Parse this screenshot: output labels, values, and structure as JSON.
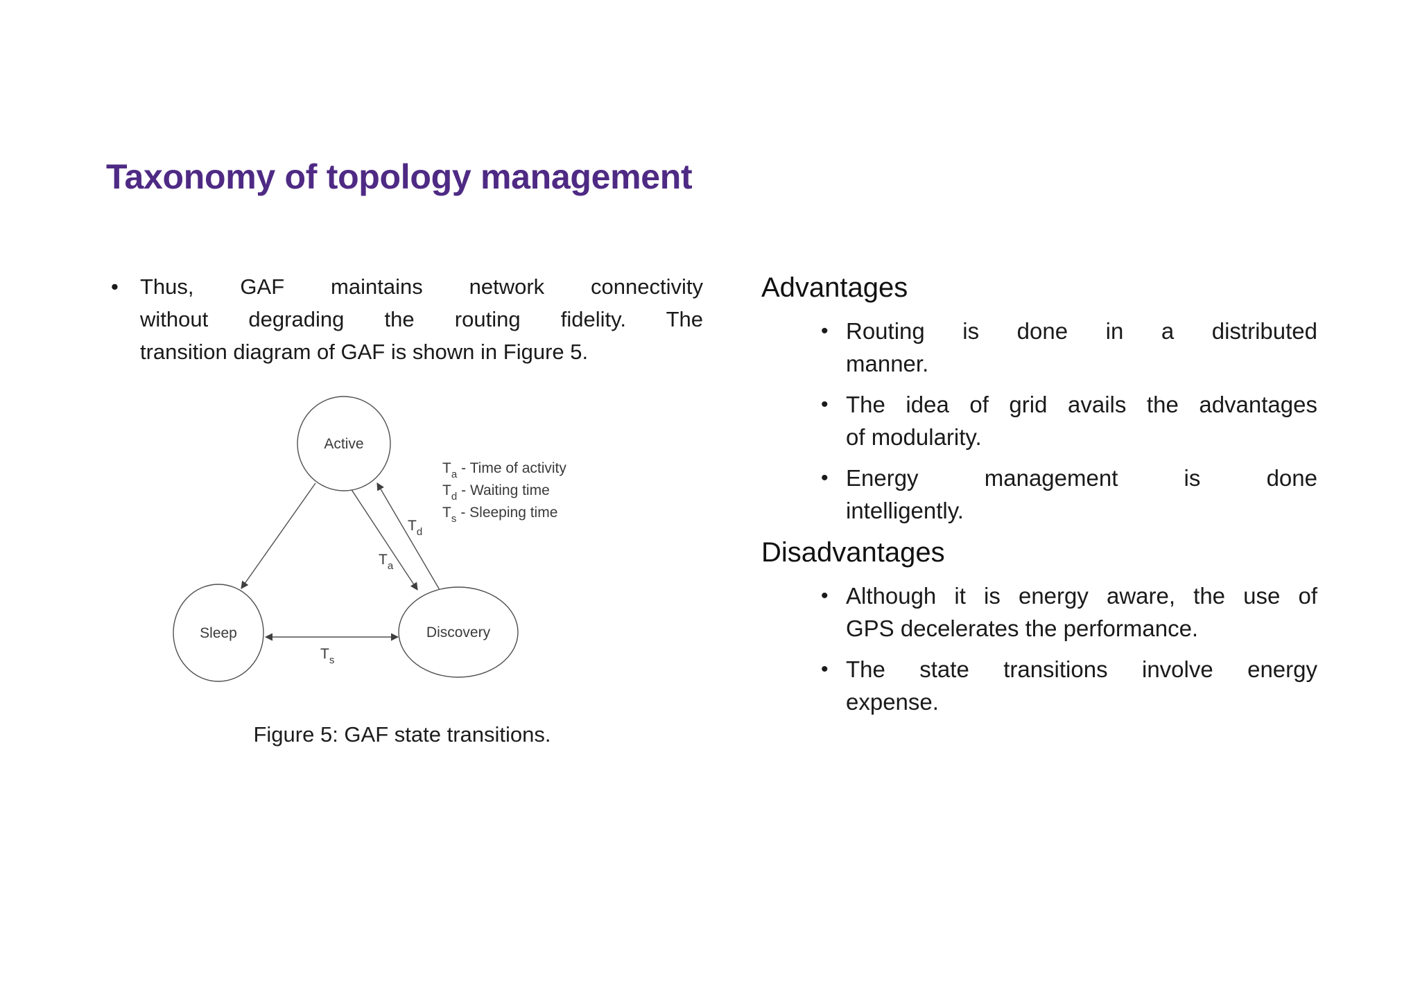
{
  "slide_title": "Taxonomy of topology management",
  "colors": {
    "title": "#4e2a84",
    "body_text": "#1a1a1a",
    "diagram_stroke": "#4f4f4f"
  },
  "left_column": {
    "bullet_lines": [
      "Thus, GAF maintains network connectivity",
      "without degrading the routing fidelity. The",
      "transition diagram of GAF is shown in Figure 5."
    ],
    "figure_caption": "Figure 5: GAF state transitions."
  },
  "diagram": {
    "nodes": {
      "active": "Active",
      "sleep": "Sleep",
      "discovery": "Discovery"
    },
    "edge_labels": {
      "ta": {
        "base": "T",
        "sub": "a"
      },
      "td": {
        "base": "T",
        "sub": "d"
      },
      "ts": {
        "base": "T",
        "sub": "s"
      }
    },
    "legend": [
      {
        "base": "T",
        "sub": "a",
        "desc": "- Time of activity"
      },
      {
        "base": "T",
        "sub": "d",
        "desc": "- Waiting time"
      },
      {
        "base": "T",
        "sub": "s",
        "desc": "- Sleeping time"
      }
    ]
  },
  "right_column": {
    "advantages": {
      "heading": "Advantages",
      "items": [
        {
          "lines": [
            "Routing is done in a distributed",
            "manner."
          ]
        },
        {
          "lines": [
            "The idea of grid avails the advantages",
            "of modularity."
          ]
        },
        {
          "lines": [
            "Energy management is done",
            "intelligently."
          ]
        }
      ]
    },
    "disadvantages": {
      "heading": "Disadvantages",
      "items": [
        {
          "lines": [
            "Although it is energy aware, the use of",
            "GPS decelerates the performance."
          ]
        },
        {
          "lines": [
            "The state transitions involve energy",
            "expense."
          ]
        }
      ]
    }
  }
}
